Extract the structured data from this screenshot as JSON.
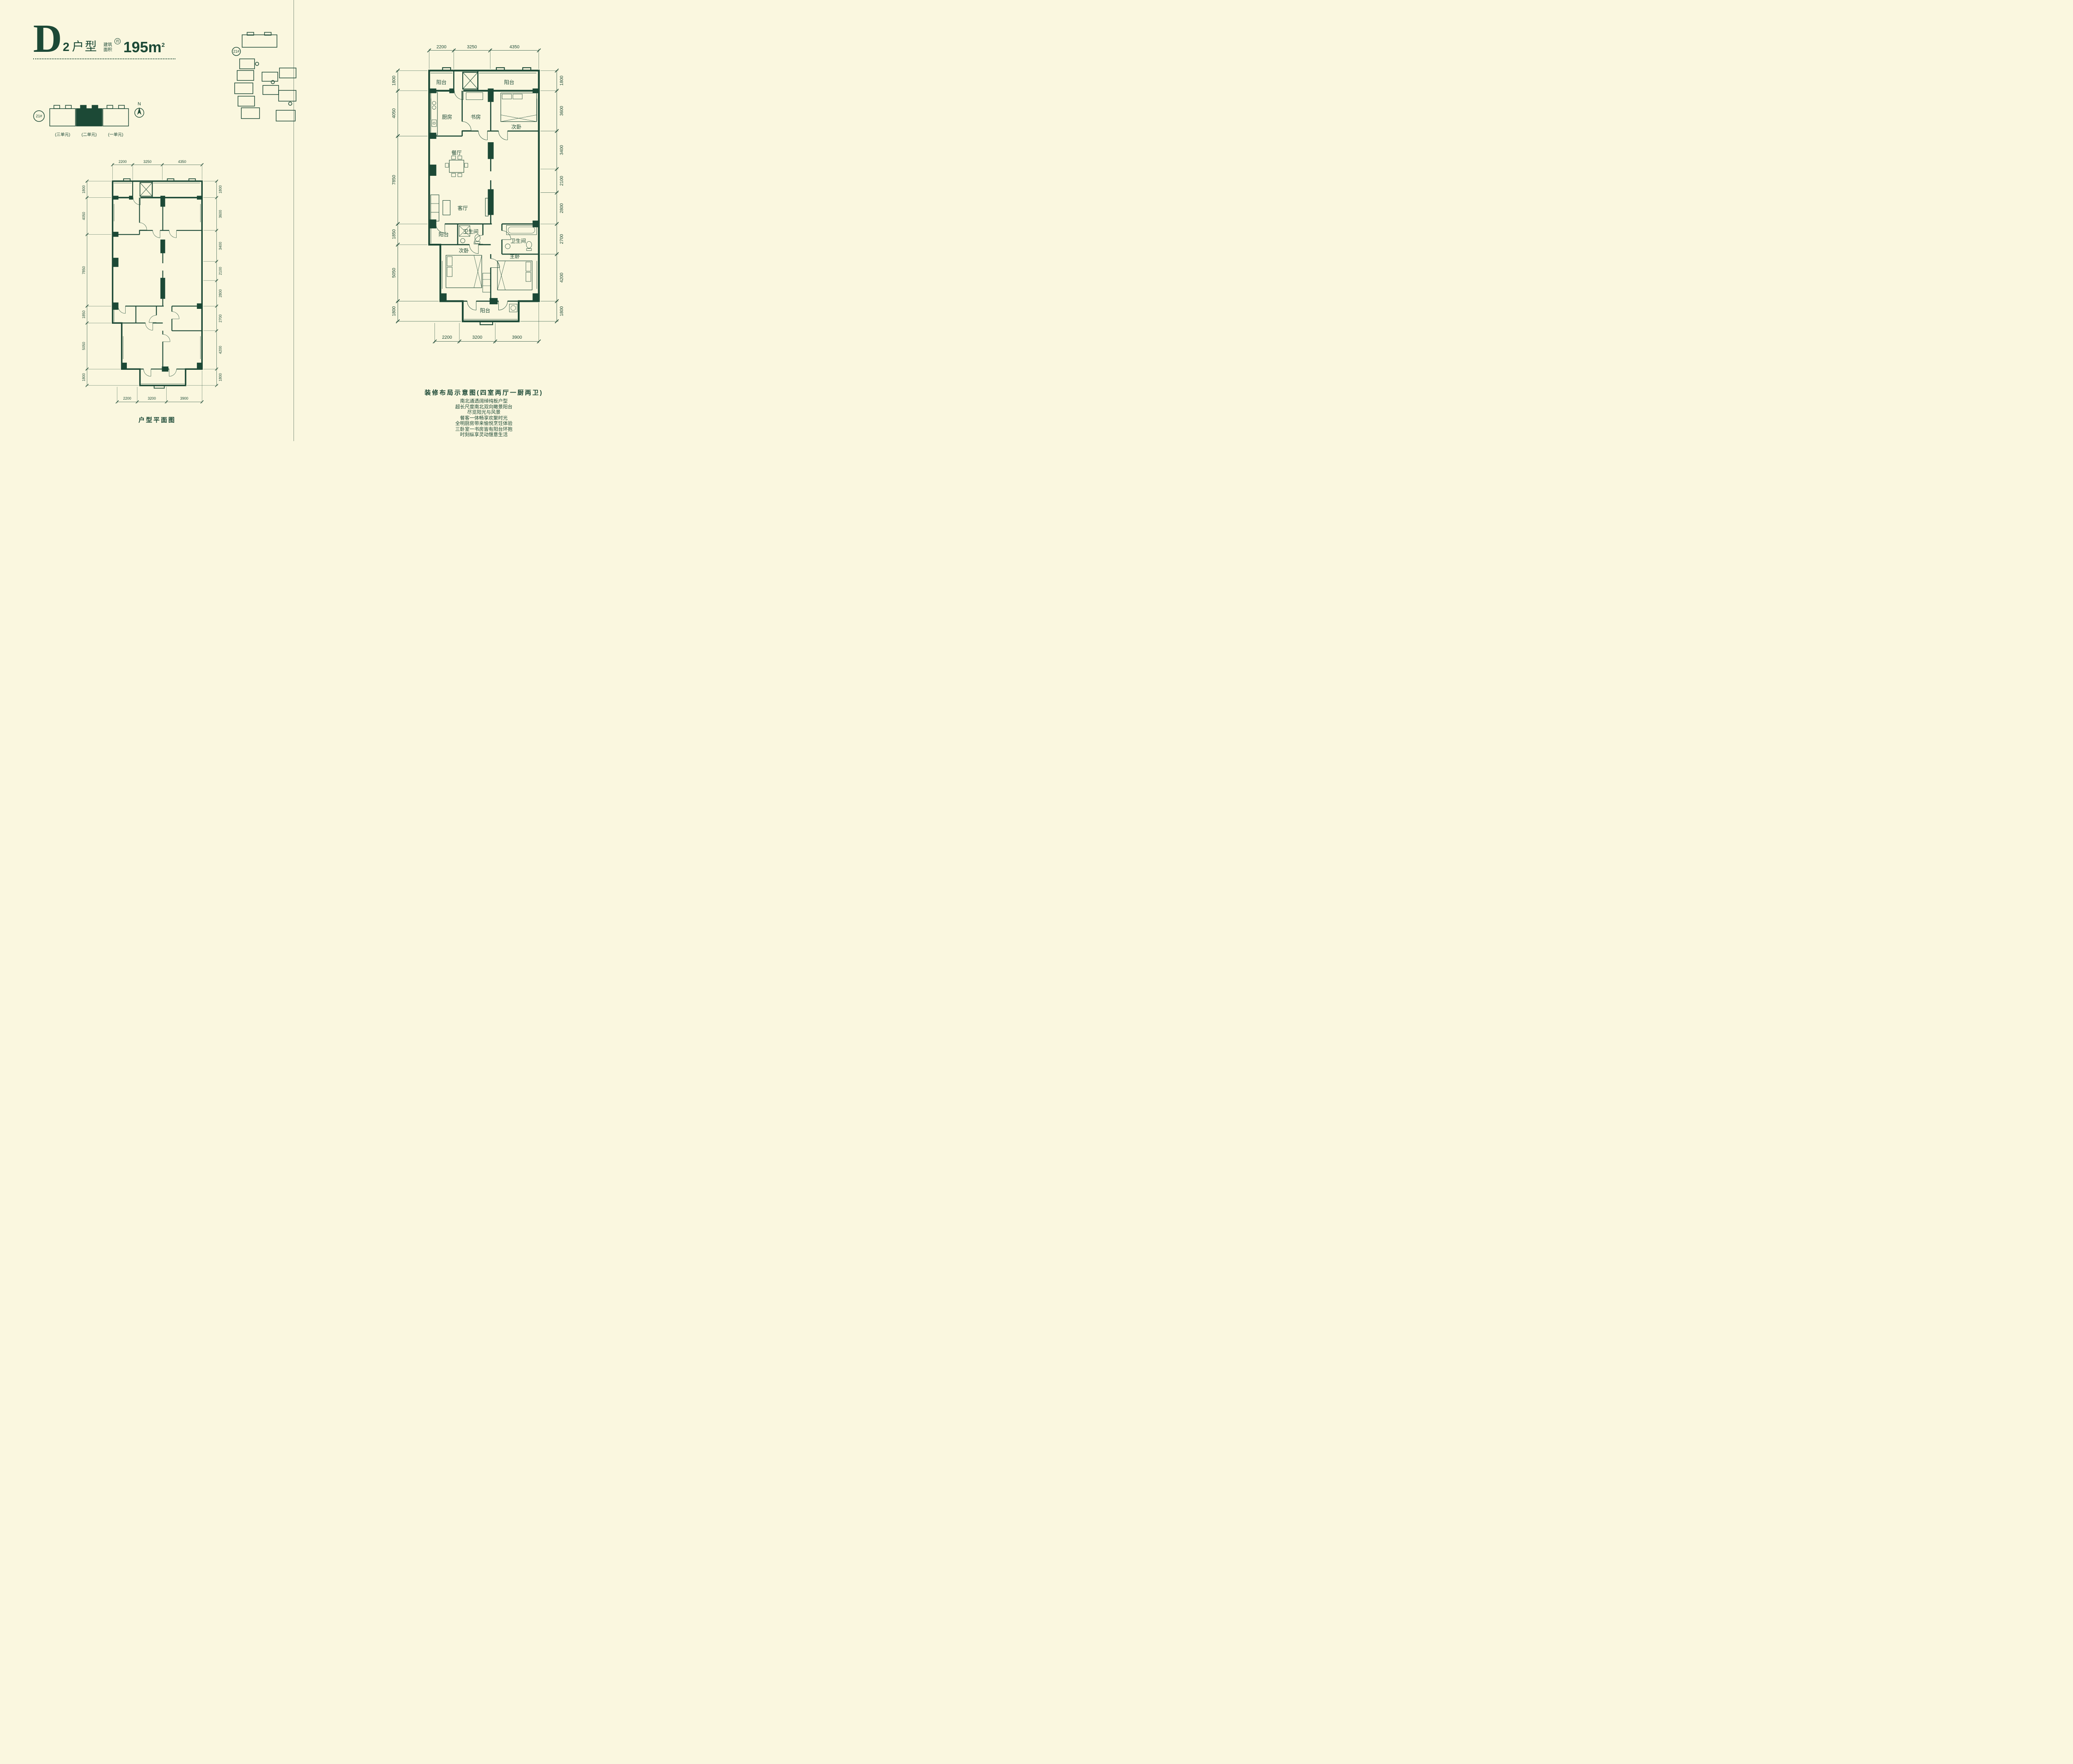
{
  "colors": {
    "ink": "#1C4936",
    "background": "#FAF7DF"
  },
  "header": {
    "letter": "D",
    "unit_no": "2",
    "unit_label": "户型",
    "area_label_top": "建筑",
    "area_label_bottom": "面积",
    "area_approx": "约",
    "area_value": "195m",
    "area_exp": "2"
  },
  "key_plan": {
    "building_badge": "21#",
    "unit_labels": [
      "(三单元)",
      "(二单元)",
      "(一单元)"
    ],
    "north_label": "N"
  },
  "site_plan": {
    "badge": "21#"
  },
  "dims": {
    "top": [
      "2200",
      "3250",
      "4350"
    ],
    "bottom": [
      "2200",
      "3200",
      "3900"
    ],
    "left": [
      "1800",
      "4050",
      "7850",
      "1850",
      "5050",
      "1800"
    ],
    "right": [
      "1800",
      "3600",
      "3400",
      "2100",
      "2800",
      "2700",
      "4200",
      "1800"
    ]
  },
  "left_plan": {
    "caption": "户型平面图"
  },
  "right_plan": {
    "caption": "装修布局示意图(四室两厅一厨两卫)",
    "rooms": {
      "balcony_nw": "阳台",
      "balcony_ne": "阳台",
      "kitchen": "厨房",
      "study": "书房",
      "bedroom_n": "次卧",
      "dining": "餐厅",
      "living": "客厅",
      "balcony_w": "阳台",
      "bath_1": "卫生间",
      "bath_2": "卫生间",
      "bedroom_s": "次卧",
      "master": "主卧",
      "balcony_s": "阳台"
    }
  },
  "copy": {
    "lines": [
      "南北通透阔绰纯板户型",
      "超长尺度南北双向瞰景阳台",
      "尽览阳光与风景",
      "餐客一体畅享欢聚时光",
      "全明厨房带来愉悦烹饪体验",
      "三卧室一书房皆有阳台环抱",
      "时刻纵享灵动惬意生活"
    ]
  }
}
